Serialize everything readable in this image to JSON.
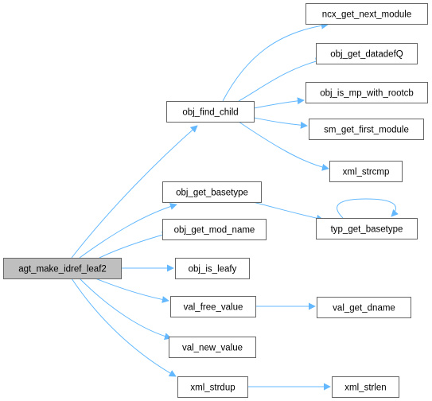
{
  "graph": {
    "root": "agt_make_idref_leaf2",
    "nodes": [
      {
        "id": "root",
        "label": "agt_make_idref_leaf2",
        "highlight": true
      },
      {
        "id": "find_child",
        "label": "obj_find_child"
      },
      {
        "id": "next_module",
        "label": "ncx_get_next_module"
      },
      {
        "id": "datadefq",
        "label": "obj_get_datadefQ"
      },
      {
        "id": "mp_rootcb",
        "label": "obj_is_mp_with_rootcb"
      },
      {
        "id": "first_module",
        "label": "sm_get_first_module"
      },
      {
        "id": "strcmp",
        "label": "xml_strcmp"
      },
      {
        "id": "get_basetype",
        "label": "obj_get_basetype"
      },
      {
        "id": "typ_basetype",
        "label": "typ_get_basetype"
      },
      {
        "id": "mod_name",
        "label": "obj_get_mod_name"
      },
      {
        "id": "is_leafy",
        "label": "obj_is_leafy"
      },
      {
        "id": "free_value",
        "label": "val_free_value"
      },
      {
        "id": "get_dname",
        "label": "val_get_dname"
      },
      {
        "id": "new_value",
        "label": "val_new_value"
      },
      {
        "id": "strdup",
        "label": "xml_strdup"
      },
      {
        "id": "strlen",
        "label": "xml_strlen"
      }
    ],
    "edges": [
      {
        "from": "root",
        "to": "find_child"
      },
      {
        "from": "root",
        "to": "get_basetype"
      },
      {
        "from": "root",
        "to": "mod_name"
      },
      {
        "from": "root",
        "to": "is_leafy"
      },
      {
        "from": "root",
        "to": "free_value"
      },
      {
        "from": "root",
        "to": "new_value"
      },
      {
        "from": "root",
        "to": "strdup"
      },
      {
        "from": "find_child",
        "to": "next_module"
      },
      {
        "from": "find_child",
        "to": "datadefq"
      },
      {
        "from": "find_child",
        "to": "mp_rootcb"
      },
      {
        "from": "find_child",
        "to": "first_module"
      },
      {
        "from": "find_child",
        "to": "strcmp"
      },
      {
        "from": "get_basetype",
        "to": "typ_basetype"
      },
      {
        "from": "typ_basetype",
        "to": "typ_basetype"
      },
      {
        "from": "free_value",
        "to": "get_dname"
      },
      {
        "from": "strdup",
        "to": "strlen"
      }
    ],
    "colors": {
      "edge": "#63b8ff",
      "node_border": "#666666",
      "node_fill": "#ffffff",
      "root_fill": "#bfbfbf"
    }
  }
}
